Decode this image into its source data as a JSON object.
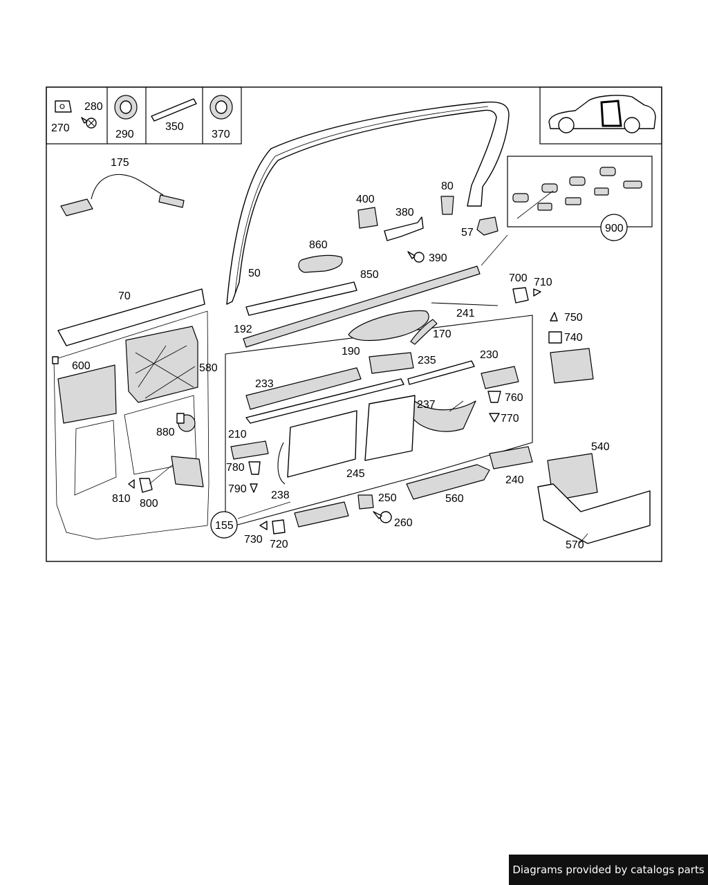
{
  "diagram": {
    "labels": {
      "p270": "270",
      "p280": "280",
      "p290": "290",
      "p350": "350",
      "p370": "370",
      "p175": "175",
      "p70": "70",
      "p600": "600",
      "p580": "580",
      "p880": "880",
      "p810": "810",
      "p800": "800",
      "p50": "50",
      "p860": "860",
      "p850": "850",
      "p192": "192",
      "p190": "190",
      "p170": "170",
      "p241": "241",
      "p400": "400",
      "p380": "380",
      "p390": "390",
      "p80": "80",
      "p57": "57",
      "p900": "900",
      "p700": "700",
      "p710": "710",
      "p750": "750",
      "p740": "740",
      "p233": "233",
      "p235": "235",
      "p230": "230",
      "p237": "237",
      "p760": "760",
      "p770": "770",
      "p210": "210",
      "p780": "780",
      "p790": "790",
      "p238": "238",
      "p245": "245",
      "p155": "155",
      "p730": "730",
      "p720": "720",
      "p250": "250",
      "p260": "260",
      "p560": "560",
      "p240": "240",
      "p540": "540",
      "p570": "570"
    }
  },
  "footer": {
    "text": "Diagrams provided by catalogs parts"
  }
}
